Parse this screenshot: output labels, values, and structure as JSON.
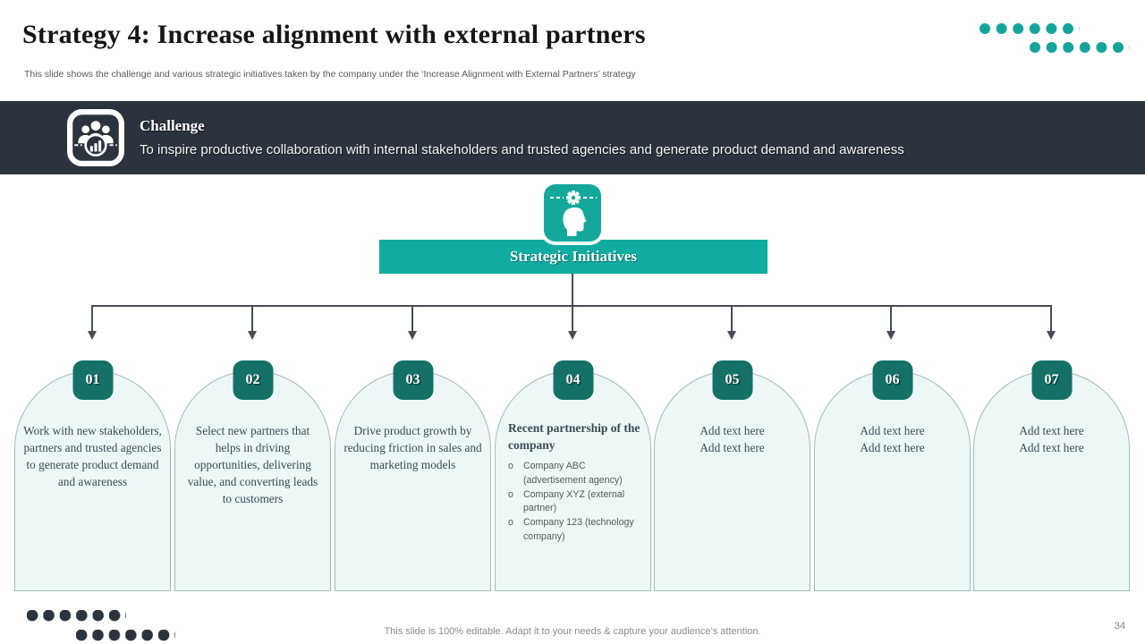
{
  "slide": {
    "title": "Strategy 4: Increase alignment with external partners",
    "subtitle": "This slide shows the challenge and various strategic initiatives taken by the company under the ‘Increase Alignment with External Partners’ strategy",
    "footer_note": "This slide is 100% editable. Adapt it to your needs & capture your audience’s attention.",
    "page_number": "34"
  },
  "challenge": {
    "heading": "Challenge",
    "description": "To inspire productive collaboration with internal stakeholders and trusted agencies and generate product demand and awareness",
    "icon": "team-analytics-icon"
  },
  "diagram": {
    "root_label": "Strategic Initiatives",
    "root_icon": "strategy-head-gear-icon",
    "bullet_marker": "o",
    "nodes": [
      {
        "number": "01",
        "text": "Work with new stakeholders, partners and trusted agencies to generate product demand and awareness"
      },
      {
        "number": "02",
        "text": "Select new partners that helps in driving opportunities, delivering value, and converting leads to customers"
      },
      {
        "number": "03",
        "text": "Drive product growth by reducing friction in sales and marketing models"
      },
      {
        "number": "04",
        "heading": "Recent partnership of the company",
        "bullets": [
          "Company ABC (advertisement agency)",
          "Company XYZ (external partner)",
          "Company 123 (technology company)"
        ]
      },
      {
        "number": "05",
        "text": "Add text here\nAdd text here"
      },
      {
        "number": "06",
        "text": "Add text here\nAdd text here"
      },
      {
        "number": "07",
        "text": "Add text here\nAdd text here"
      }
    ]
  },
  "colors": {
    "teal_accent": "#10aca1",
    "dark_teal_badge": "#157168",
    "slate_banner": "#2b333e",
    "card_background": "#ecf7f6",
    "card_border": "#9fbdbb"
  }
}
